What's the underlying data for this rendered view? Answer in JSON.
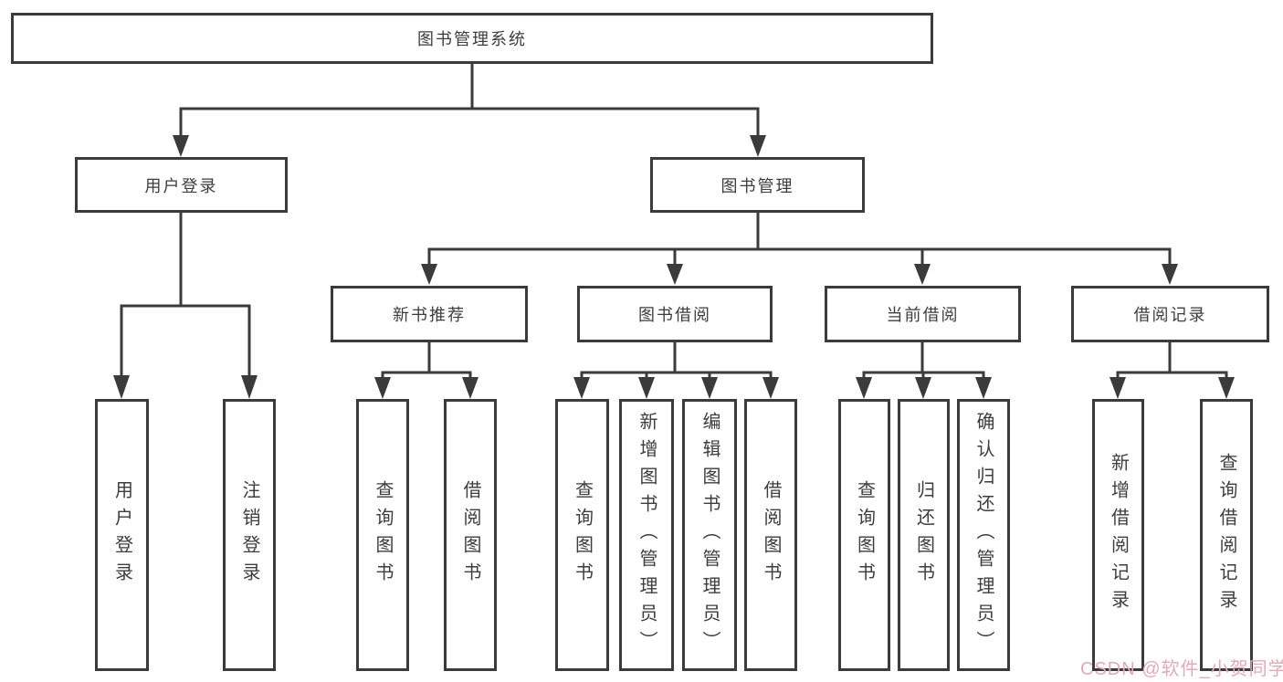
{
  "colors": {
    "line": "#3b3b3b",
    "box_border": "#3b3b3b",
    "text": "#3d3d3d",
    "watermark": "#e3aab6",
    "background": "#ffffff"
  },
  "watermark": {
    "text": "CSDN @软件_小贺同学"
  },
  "diagram": {
    "type": "hierarchy-tree",
    "root": {
      "label": "图书管理系统"
    },
    "branches": [
      {
        "label": "用户登录",
        "children": [
          {
            "label": "用户登录"
          },
          {
            "label": "注销登录"
          }
        ]
      },
      {
        "label": "图书管理",
        "children": [
          {
            "label": "新书推荐",
            "children": [
              {
                "label": "查询图书"
              },
              {
                "label": "借阅图书"
              }
            ]
          },
          {
            "label": "图书借阅",
            "children": [
              {
                "label": "查询图书"
              },
              {
                "label": "新增图书（管理员）"
              },
              {
                "label": "编辑图书（管理员）"
              },
              {
                "label": "借阅图书"
              }
            ]
          },
          {
            "label": "当前借阅",
            "children": [
              {
                "label": "查询图书"
              },
              {
                "label": "归还图书"
              },
              {
                "label": "确认归还（管理员）"
              }
            ]
          },
          {
            "label": "借阅记录",
            "children": [
              {
                "label": "新增借阅记录"
              },
              {
                "label": "查询借阅记录"
              }
            ]
          }
        ]
      }
    ]
  }
}
